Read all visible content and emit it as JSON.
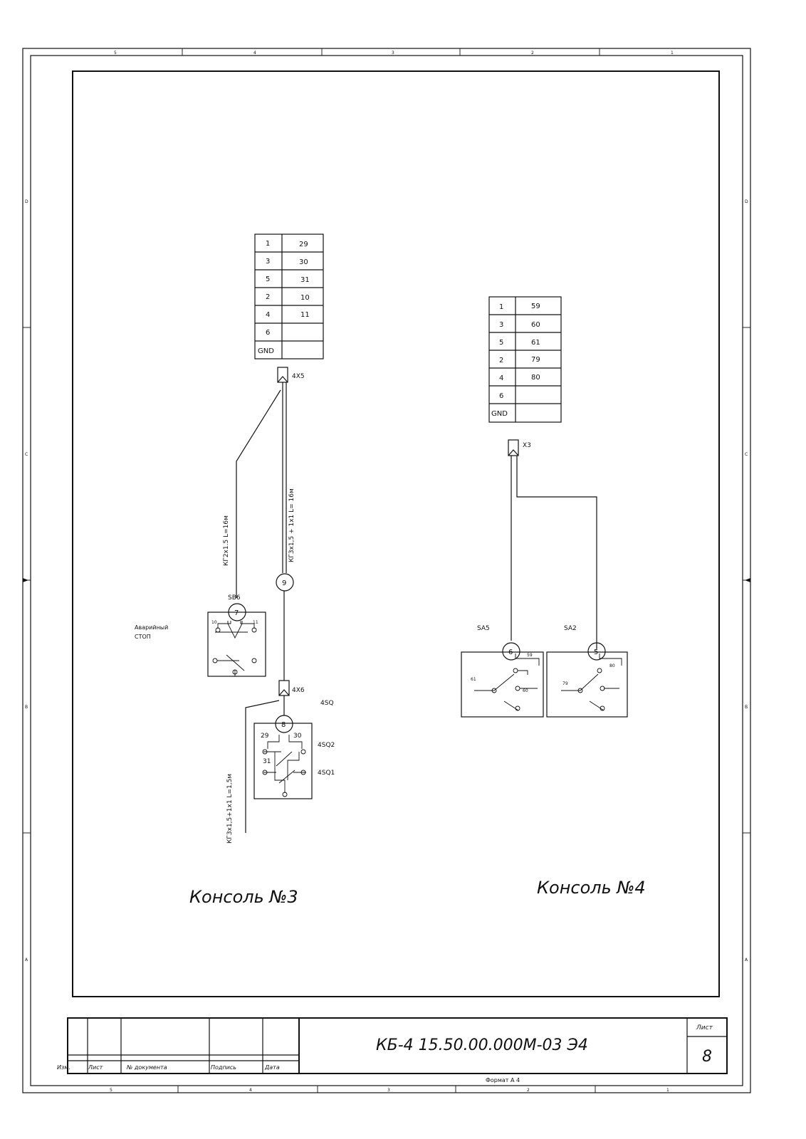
{
  "frame": {
    "zones_top": [
      "5",
      "4",
      "3",
      "2",
      "1"
    ],
    "zones_bottom": [
      "5",
      "4",
      "3",
      "2",
      "1"
    ],
    "zones_side": [
      "D",
      "C",
      "B",
      "A"
    ]
  },
  "console3": {
    "title": "Консоль №3",
    "terminal_block": {
      "rows": [
        {
          "pin": "1",
          "wire": "29"
        },
        {
          "pin": "3",
          "wire": "30"
        },
        {
          "pin": "5",
          "wire": "31"
        },
        {
          "pin": "2",
          "wire": "10"
        },
        {
          "pin": "4",
          "wire": "11"
        },
        {
          "pin": "6",
          "wire": ""
        },
        {
          "pin": "GND",
          "wire": ""
        }
      ]
    },
    "connector_top": "4X5",
    "connector_bottom": "4X6",
    "cable_left": "КГ2х1.5 L=16м",
    "cable_mid": "КГ3х1,5 + 1х1 L= 16м",
    "cable_bottom": "КГ3х1,5+1х1 L=1,5м",
    "marker_cable_mid": "9",
    "emergency": {
      "ref": "SB6",
      "marker": "7",
      "label_line1": "Аварийный",
      "label_line2": "СТОП",
      "term_left": "10",
      "term_right": "11"
    },
    "limit": {
      "ref": "4SQ",
      "marker": "8",
      "term_29": "29",
      "term_30": "30",
      "term_31": "31",
      "sw1": "4SQ2",
      "sw2": "4SQ1"
    }
  },
  "console4": {
    "title": "Консоль №4",
    "terminal_block": {
      "rows": [
        {
          "pin": "1",
          "wire": "59"
        },
        {
          "pin": "3",
          "wire": "60"
        },
        {
          "pin": "5",
          "wire": "61"
        },
        {
          "pin": "2",
          "wire": "79"
        },
        {
          "pin": "4",
          "wire": "80"
        },
        {
          "pin": "6",
          "wire": ""
        },
        {
          "pin": "GND",
          "wire": ""
        }
      ]
    },
    "connector": "X3",
    "sa5": {
      "ref": "SA5",
      "marker": "6",
      "t_top": "59",
      "t_left": "61",
      "t_right": "60"
    },
    "sa2": {
      "ref": "SA2",
      "marker": "5",
      "t_top": "80",
      "t_left": "79"
    }
  },
  "title_block": {
    "designation": "КБ-4 15.50.00.000М-03 Э4",
    "sheet_label": "Лист",
    "sheet_number": "8",
    "col_izm": "Изм.",
    "col_list": "Лист",
    "col_doc": "№ документа",
    "col_sign": "Подпись",
    "col_date": "Дата",
    "format": "Формат А 4"
  }
}
